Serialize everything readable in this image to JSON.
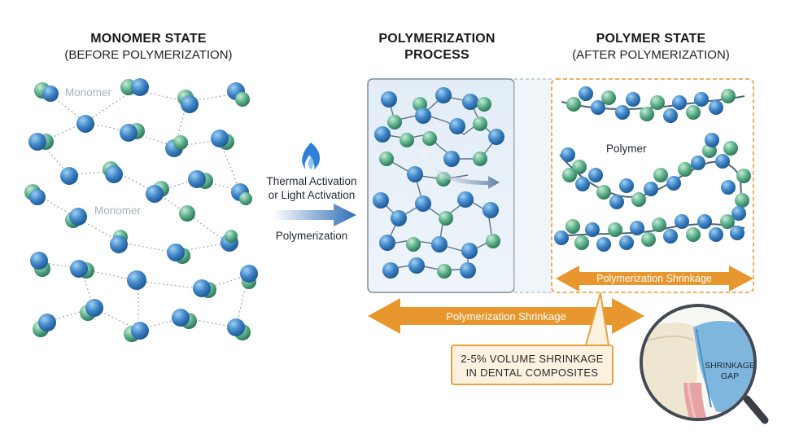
{
  "headers": {
    "monomer_title": "MONOMER STATE",
    "monomer_sub": "(BEFORE POLYMERIZATION)",
    "process_title_1": "POLYMERIZATION",
    "process_title_2": "PROCESS",
    "polymer_title": "POLYMER STATE",
    "polymer_sub": "(AFTER POLYMERIZATION)"
  },
  "labels": {
    "monomer_1": "Monomer",
    "monomer_2": "Monomer",
    "activation_1": "Thermal Activation",
    "activation_2": "or Light Activation",
    "polymerization": "Polymerization",
    "polymer": "Polymer",
    "shrinkage_small": "Polymerization Shrinkage",
    "shrinkage_large": "Polymerization Shrinkage",
    "callout_1": "2-5% VOLUME SHRINKAGE",
    "callout_2": "IN DENTAL COMPOSITES",
    "gap_1": "SHRINKAGE",
    "gap_2": "GAP"
  },
  "colors": {
    "blue_sphere": "#3f86c8",
    "green_sphere": "#5fb28e",
    "orange_arrow": "#e8962e",
    "panel_bg": "#eaf1f8",
    "flame": "#2f7fd6"
  },
  "icons": [
    "flame-icon",
    "magnifier-icon",
    "tooth-icon"
  ]
}
